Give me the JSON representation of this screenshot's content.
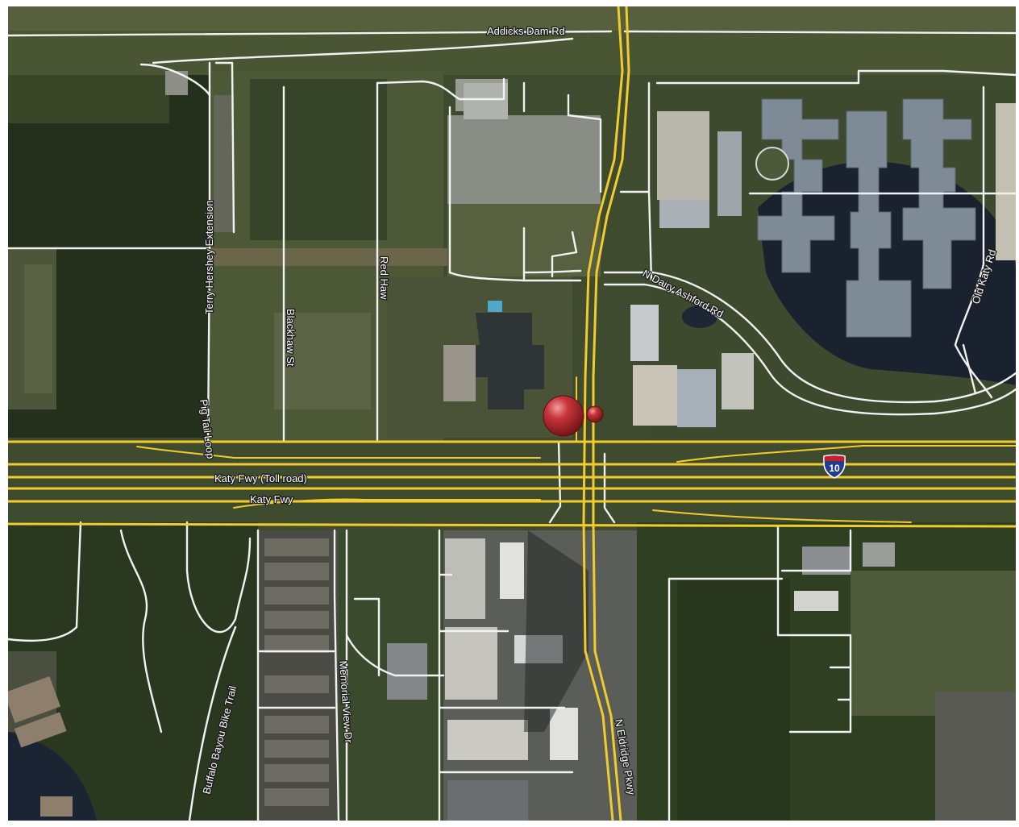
{
  "roads": {
    "addicks_dam": "Addicks Dam Rd",
    "terry_hershey": "Terry Hershey Extension",
    "blackhaw": "Blackhaw St",
    "red_haw": "Red Haw",
    "n_dairy_ashford": "N Dairy Ashford Rd",
    "old_katy": "Old Katy Rd",
    "pig_tail_loop": "Pig Tail Loop",
    "katy_fwy_toll": "Katy Fwy (Toll road)",
    "katy_fwy": "Katy Fwy",
    "buffalo_bayou": "Buffalo Bayou Bike Trail",
    "memorial_view": "Memorial View Dr",
    "n_eldridge": "N Eldridge Pkwy"
  },
  "shield": {
    "label": "10",
    "network": "I",
    "icon": "interstate-shield-icon"
  },
  "markers": [
    {
      "name": "location-marker-large",
      "color": "#b3272b"
    },
    {
      "name": "location-marker-small",
      "color": "#b3272b"
    }
  ],
  "colors": {
    "highway": "#f2cc2e",
    "street": "#f2f2f2",
    "water": "#1a2230",
    "vegetation": "#2e3d23",
    "building": "#9aa3aa"
  }
}
